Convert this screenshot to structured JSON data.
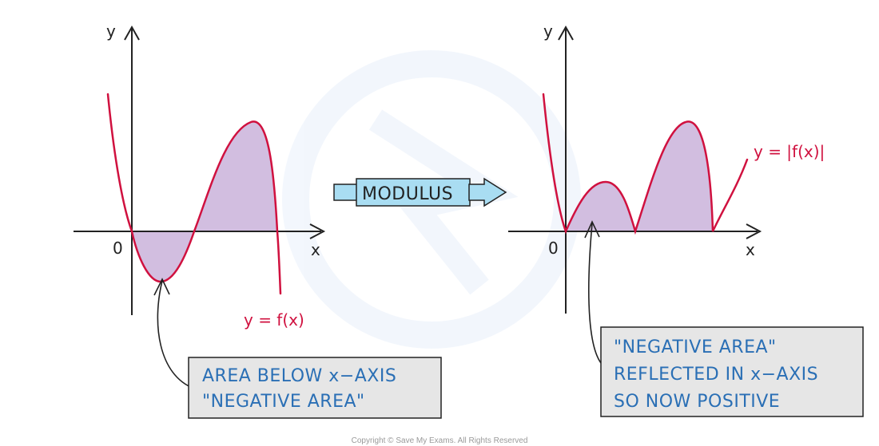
{
  "left_graph": {
    "y_axis_label": "y",
    "x_axis_label": "x",
    "origin_label": "0",
    "curve_label": "y = f(x)"
  },
  "right_graph": {
    "y_axis_label": "y",
    "x_axis_label": "x",
    "origin_label": "0",
    "curve_label": "y = |f(x)|"
  },
  "transform_arrow": {
    "label": "MODULUS"
  },
  "left_note": {
    "lines": [
      "AREA BELOW x−AXIS",
      "\"NEGATIVE AREA\""
    ]
  },
  "right_note": {
    "lines": [
      "\"NEGATIVE AREA\"",
      "REFLECTED IN x−AXIS",
      "SO NOW POSITIVE"
    ]
  },
  "copyright": "Copyright © Save My Exams. All Rights Reserved",
  "colors": {
    "curve": "#d0113f",
    "fill": "#d2bee0",
    "text": "#2a6fb5",
    "arrow_fill": "#a9ddf2",
    "note_bg": "#e6e6e6",
    "axis": "#222222"
  }
}
